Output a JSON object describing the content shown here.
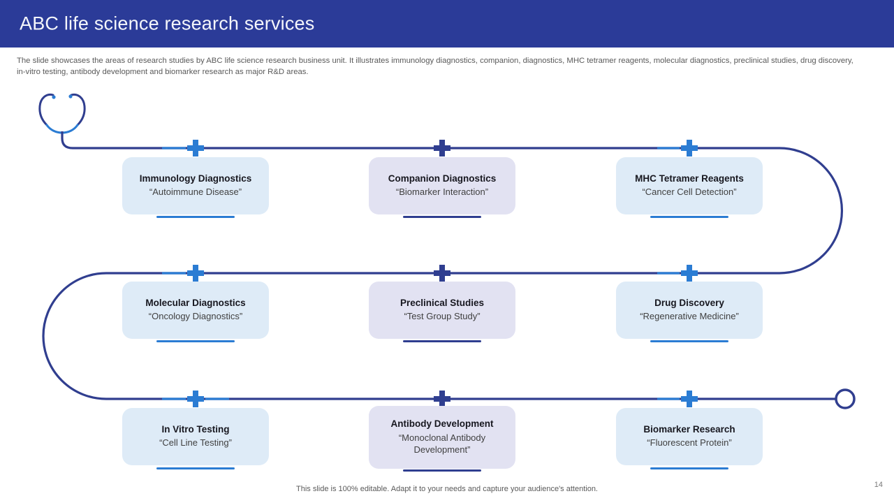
{
  "header": {
    "title": "ABC life science research services"
  },
  "description": "The slide showcases the areas of research studies by ABC life science research business unit. It illustrates immunology diagnostics, companion, diagnostics, MHC tetramer reagents, molecular diagnostics, preclinical studies, drug discovery, in-vitro testing, antibody development and biomarker research as major R&D areas.",
  "cards": [
    {
      "title": "Immunology Diagnostics",
      "subtitle": "“Autoimmune Disease”",
      "variant": "blue"
    },
    {
      "title": "Companion Diagnostics",
      "subtitle": "“Biomarker Interaction”",
      "variant": "purple"
    },
    {
      "title": "MHC Tetramer Reagents",
      "subtitle": "“Cancer Cell Detection”",
      "variant": "blue"
    },
    {
      "title": "Molecular Diagnostics",
      "subtitle": "“Oncology Diagnostics”",
      "variant": "blue"
    },
    {
      "title": "Preclinical Studies",
      "subtitle": "“Test Group Study”",
      "variant": "purple"
    },
    {
      "title": "Drug Discovery",
      "subtitle": "“Regenerative Medicine”",
      "variant": "blue"
    },
    {
      "title": "In Vitro Testing",
      "subtitle": "“Cell Line Testing”",
      "variant": "blue"
    },
    {
      "title": "Antibody Development",
      "subtitle": "“Monoclonal Antibody Development”",
      "variant": "purple"
    },
    {
      "title": "Biomarker Research",
      "subtitle": "“Fluorescent Protein”",
      "variant": "blue"
    }
  ],
  "footer": {
    "note": "This slide is 100% editable. Adapt it to your needs and capture your audience's attention.",
    "page_number": "14"
  },
  "colors": {
    "header_bg": "#2B3B98",
    "connector_navy": "#303E8F",
    "accent_blue": "#2B7CD3",
    "card_blue_bg": "#DEEBF7",
    "card_purple_bg": "#E2E2F2",
    "body_text": "#595959"
  },
  "icons": {
    "stethoscope": "stethoscope-icon",
    "plus": "plus-icon",
    "end_marker": "end-circle-icon"
  }
}
